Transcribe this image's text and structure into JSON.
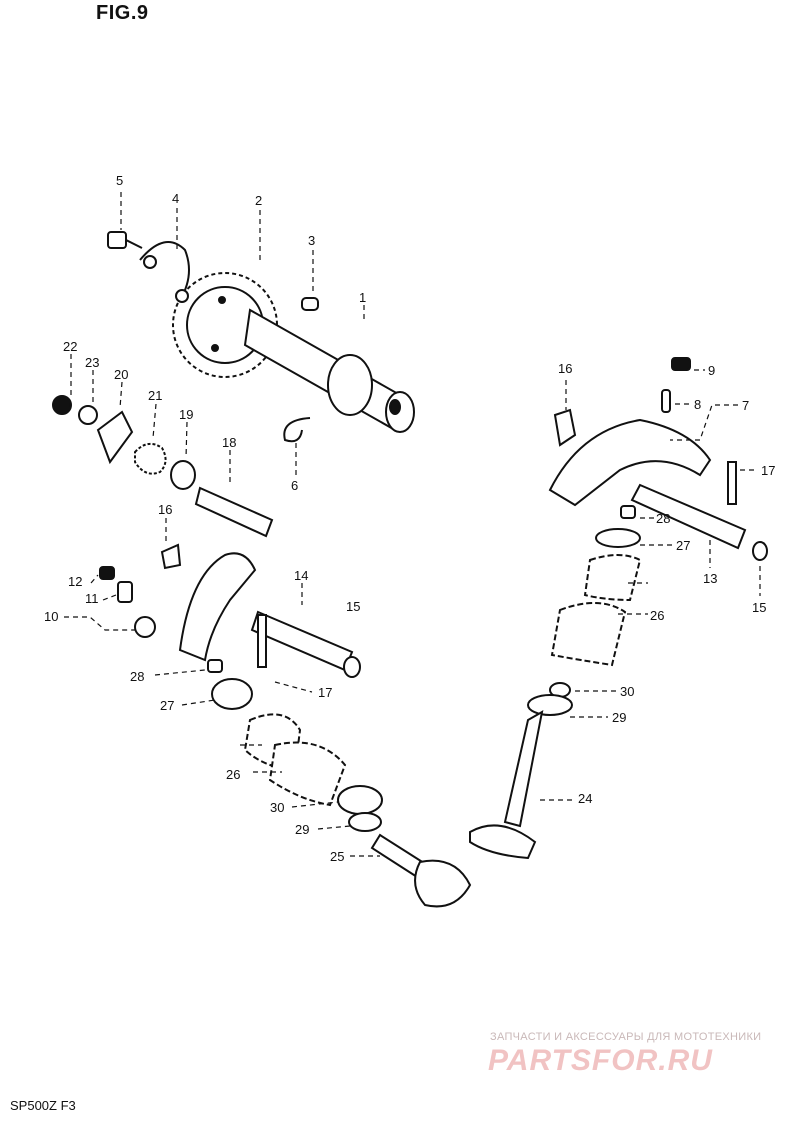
{
  "title": "FIG.9",
  "model": "SP500Z  F3",
  "watermark": {
    "slogan": "ЗАПЧАСТИ И АКСЕССУАРЫ ДЛЯ МОТОТЕХНИКИ",
    "logo": "PARTSFOR.RU"
  },
  "callouts": [
    {
      "id": "c1",
      "label": "1"
    },
    {
      "id": "c2",
      "label": "2"
    },
    {
      "id": "c3",
      "label": "3"
    },
    {
      "id": "c4",
      "label": "4"
    },
    {
      "id": "c5",
      "label": "5"
    },
    {
      "id": "c6",
      "label": "6"
    },
    {
      "id": "c7",
      "label": "7"
    },
    {
      "id": "c8",
      "label": "8"
    },
    {
      "id": "c9",
      "label": "9"
    },
    {
      "id": "c10",
      "label": "10"
    },
    {
      "id": "c11",
      "label": "11"
    },
    {
      "id": "c12",
      "label": "12"
    },
    {
      "id": "c13",
      "label": "13"
    },
    {
      "id": "c14",
      "label": "14"
    },
    {
      "id": "c15a",
      "label": "15"
    },
    {
      "id": "c15b",
      "label": "15"
    },
    {
      "id": "c16a",
      "label": "16"
    },
    {
      "id": "c16b",
      "label": "16"
    },
    {
      "id": "c17a",
      "label": "17"
    },
    {
      "id": "c17b",
      "label": "17"
    },
    {
      "id": "c18",
      "label": "18"
    },
    {
      "id": "c19",
      "label": "19"
    },
    {
      "id": "c20",
      "label": "20"
    },
    {
      "id": "c21",
      "label": "21"
    },
    {
      "id": "c22",
      "label": "22"
    },
    {
      "id": "c23",
      "label": "23"
    },
    {
      "id": "c24",
      "label": "24"
    },
    {
      "id": "c25",
      "label": "25"
    },
    {
      "id": "c26a",
      "label": "26"
    },
    {
      "id": "c26b",
      "label": "26"
    },
    {
      "id": "c27a",
      "label": "27"
    },
    {
      "id": "c27b",
      "label": "27"
    },
    {
      "id": "c28a",
      "label": "28"
    },
    {
      "id": "c28b",
      "label": "28"
    },
    {
      "id": "c29a",
      "label": "29"
    },
    {
      "id": "c29b",
      "label": "29"
    },
    {
      "id": "c30a",
      "label": "30"
    },
    {
      "id": "c30b",
      "label": "30"
    }
  ]
}
